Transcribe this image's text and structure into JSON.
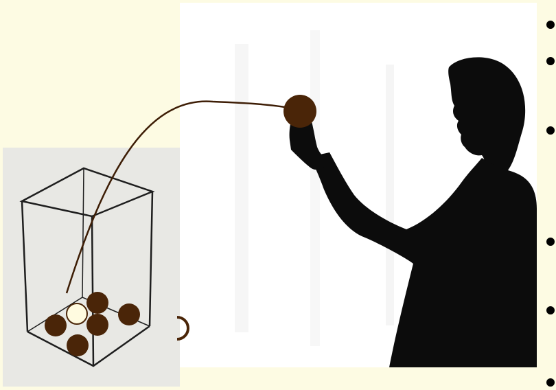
{
  "slide": {
    "background_color": "#fdfbe3",
    "ball_color": "#4a2508",
    "highlight_ball_color": "#fffbe0",
    "bullets_visible": 6
  },
  "illustration": {
    "subject": "person-silhouette",
    "container": "wireframe-box",
    "balls_in_box": 6,
    "balls_in_hand": 1
  }
}
